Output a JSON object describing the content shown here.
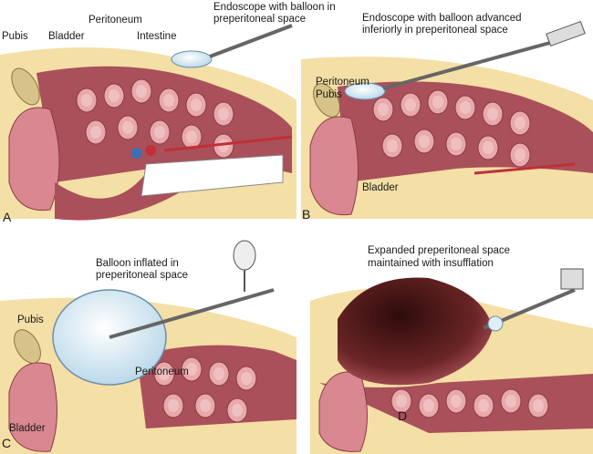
{
  "panels": {
    "a": {
      "letter": "A",
      "endoscope_line1": "Endoscope with balloon in",
      "endoscope_line2": "preperitoneal space",
      "peritoneum": "Peritoneum",
      "pubis": "Pubis",
      "bladder": "Bladder",
      "intestine": "Intestine"
    },
    "b": {
      "letter": "B",
      "endoscope_line1": "Endoscope with balloon advanced",
      "endoscope_line2": "inferiorly in preperitoneal space",
      "peritoneum": "Peritoneum",
      "pubis": "Pubis",
      "bladder": "Bladder"
    },
    "c": {
      "letter": "C",
      "balloon_line1": "Balloon inflated in",
      "balloon_line2": "preperitoneal space",
      "pubis": "Pubis",
      "peritoneum": "Peritoneum",
      "bladder": "Bladder"
    },
    "d": {
      "letter": "D",
      "space_line1": "Expanded preperitoneal space",
      "space_line2": "maintained with insufflation"
    }
  },
  "colors": {
    "fat": "#f4dfa6",
    "muscle": "#a9505a",
    "intestine": "#e8a9aa",
    "bladder": "#d98790",
    "balloon": "#dfeef7",
    "cavity": "#5a1e1e"
  }
}
